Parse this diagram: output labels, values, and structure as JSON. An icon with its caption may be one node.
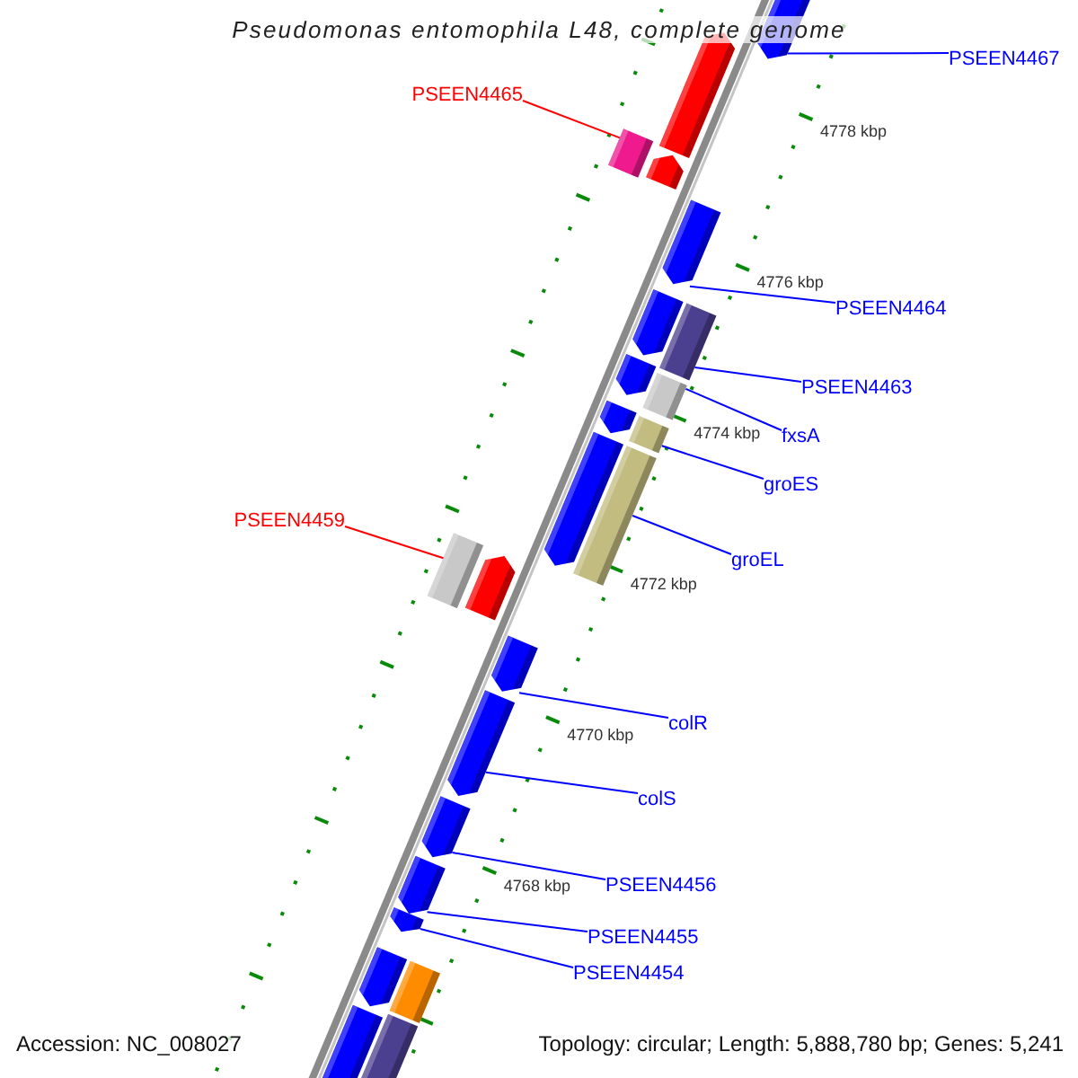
{
  "diagram": {
    "title": "Pseudomonas entomophila L48, complete genome",
    "nodes": [
      {
        "text": [
          "PSEEN4467"
        ]
      },
      {
        "text": [
          "PSEEN4465"
        ]
      },
      {
        "text": [
          "PSEEN4464"
        ]
      },
      {
        "text": [
          "PSEEN4463"
        ]
      },
      {
        "text": [
          "fxsA"
        ]
      },
      {
        "text": [
          "groES"
        ]
      },
      {
        "text": [
          "groEL"
        ]
      },
      {
        "text": [
          "PSEEN4459"
        ]
      },
      {
        "text": [
          "colR"
        ]
      },
      {
        "text": [
          "colS"
        ]
      },
      {
        "text": [
          "PSEEN4456"
        ]
      },
      {
        "text": [
          "PSEEN4455"
        ]
      },
      {
        "text": [
          "PSEEN4454"
        ]
      },
      {
        "text": [],
        "shape": "pentagon"
      },
      {
        "text": [],
        "shape": "pentagon"
      },
      {
        "text": [],
        "shape": "box"
      },
      {
        "text": [],
        "shape": "pentagon"
      },
      {
        "text": [],
        "shape": "pentagon"
      },
      {
        "text": [],
        "shape": "pentagon"
      },
      {
        "text": [],
        "shape": "box"
      },
      {
        "text": [],
        "shape": "pentagon"
      },
      {
        "text": [],
        "shape": "box"
      },
      {
        "text": [],
        "shape": "pentagon"
      },
      {
        "text": [],
        "shape": "box"
      },
      {
        "text": [],
        "shape": "pentagon"
      },
      {
        "text": [],
        "shape": "box"
      },
      {
        "text": [],
        "shape": "box"
      },
      {
        "text": [],
        "shape": "pentagon"
      },
      {
        "text": [],
        "shape": "pentagon"
      },
      {
        "text": [],
        "shape": "pentagon"
      },
      {
        "text": [],
        "shape": "pentagon"
      },
      {
        "text": [],
        "shape": "pentagon"
      },
      {
        "text": [],
        "shape": "pentagon"
      },
      {
        "text": [],
        "shape": "pentagon"
      },
      {
        "text": [],
        "shape": "box"
      },
      {
        "text": [],
        "shape": "pentagon"
      },
      {
        "text": [],
        "shape": "box"
      }
    ],
    "edges": [
      {
        "from": 0,
        "to": 13,
        "arrow": "none"
      },
      {
        "from": 1,
        "to": 15,
        "arrow": "none",
        "color": "#ff0000"
      },
      {
        "from": 2,
        "to": 17,
        "arrow": "none"
      },
      {
        "from": 3,
        "to": 19,
        "arrow": "none"
      },
      {
        "from": 4,
        "to": 21,
        "arrow": "none"
      },
      {
        "from": 5,
        "to": 23,
        "arrow": "none"
      },
      {
        "from": 6,
        "to": 25,
        "arrow": "none"
      },
      {
        "from": 7,
        "to": 26,
        "arrow": "none",
        "color": "#ff0000"
      },
      {
        "from": 8,
        "to": 28,
        "arrow": "none"
      },
      {
        "from": 9,
        "to": 29,
        "arrow": "none"
      },
      {
        "from": 10,
        "to": 30,
        "arrow": "none"
      },
      {
        "from": 11,
        "to": 31,
        "arrow": "none"
      },
      {
        "from": 12,
        "to": 32,
        "arrow": "none"
      }
    ],
    "labels": [
      "4778 kbp",
      "4776 kbp",
      "4774 kbp",
      "4772 kbp",
      "4770 kbp",
      "4768 kbp",
      "Accession: NC_008027",
      "Topology: circular; Length: 5,888,780 bp; Genes: 5,241"
    ]
  }
}
